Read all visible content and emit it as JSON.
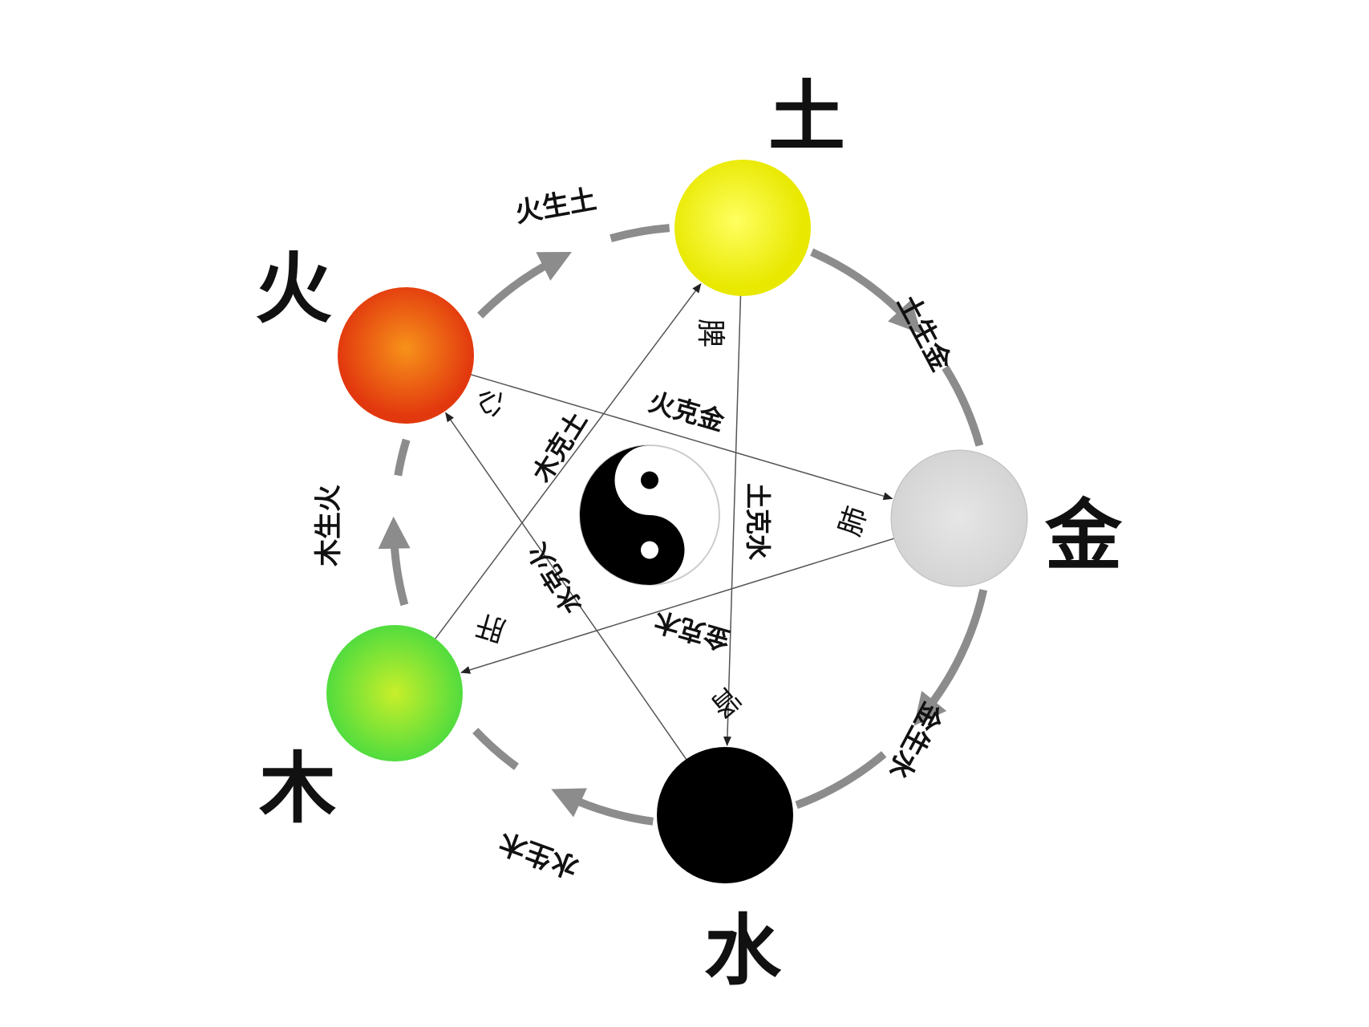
{
  "elements": {
    "earth": {
      "label": "土",
      "color": "#f4f41c",
      "organ": "脾"
    },
    "metal": {
      "label": "金",
      "color": "#dcdcdc",
      "organ": "肺"
    },
    "water": {
      "label": "水",
      "color": "#000000",
      "organ": "肾"
    },
    "wood": {
      "label": "木",
      "color": "#66e23a",
      "organ": "肝"
    },
    "fire": {
      "label": "火",
      "color": "#ee4a12",
      "organ": "心"
    }
  },
  "generation": {
    "fire_earth": "火生土",
    "earth_metal": "土生金",
    "metal_water": "金生水",
    "water_wood": "水生木",
    "wood_fire": "木生火"
  },
  "control": {
    "wood_earth": "木克土",
    "fire_metal": "火克金",
    "earth_water": "土克水",
    "metal_wood": "金克木",
    "water_fire": "水克火"
  },
  "colors": {
    "cycle_arrow": "#8c8c8c",
    "control_line": "#555555"
  }
}
